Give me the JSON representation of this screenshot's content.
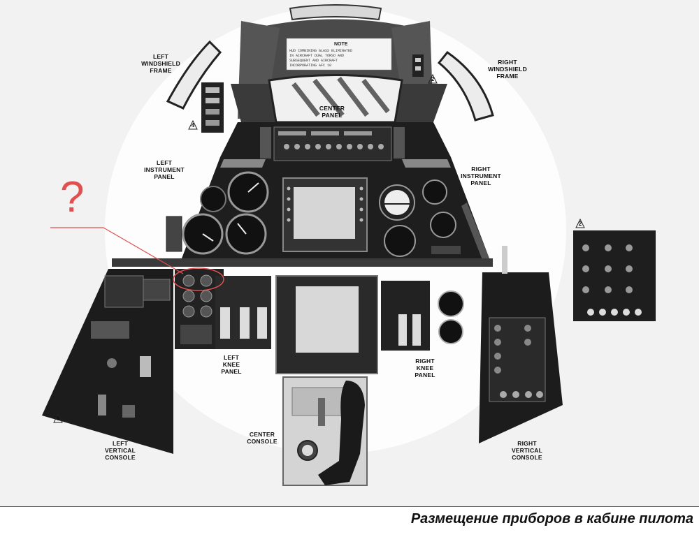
{
  "note": {
    "title": "NOTE",
    "body": "HUD COMBINING GLASS ELIMINATED\nIN AIRCRAFT DUAL TORSO AND\nSUBSEQUENT AND AIRCRAFT\nINCORPORATING AFC 10"
  },
  "labels": {
    "left_windshield_frame": "LEFT\nWINDSHIELD\nFRAME",
    "right_windshield_frame": "RIGHT\nWINDSHIELD\nFRAME",
    "center_panel": "CENTER\nPANEL",
    "left_instrument_panel": "LEFT\nINSTRUMENT\nPANEL",
    "right_instrument_panel": "RIGHT\nINSTRUMENT\nPANEL",
    "left_knee_panel": "LEFT\nKNEE\nPANEL",
    "right_knee_panel": "RIGHT\nKNEE\nPANEL",
    "center_console": "CENTER\nCONSOLE",
    "left_vertical_console": "LEFT\nVERTICAL\nCONSOLE",
    "right_vertical_console": "RIGHT\nVERTICAL\nCONSOLE"
  },
  "callouts": {
    "left_frame": "4",
    "right_frame": "2",
    "aux_panel": "2",
    "left_console": "9"
  },
  "annotation": {
    "question_mark": "?",
    "color": "#e05050"
  },
  "caption": "Размещение приборов в кабине пилота"
}
